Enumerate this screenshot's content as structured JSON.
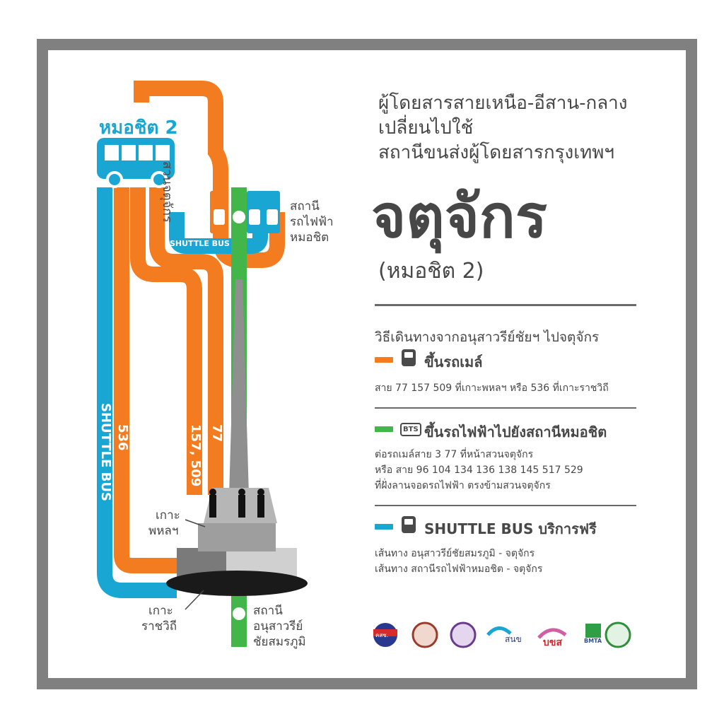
{
  "colors": {
    "orange": "#f47c20",
    "blue": "#1aa6d3",
    "green": "#43b649",
    "gray": "#808080",
    "text": "#474747"
  },
  "map": {
    "terminal_label": "หมอชิต 2",
    "road_label": "สวนจตุจักร",
    "shuttle_bus_tag": "SHUTTLE BUS",
    "station_mochit": [
      "สถานี",
      "รถไฟฟ้า",
      "หมอชิต"
    ],
    "station_victory": [
      "สถานี",
      "อนุสาวรีย์",
      "ชัยสมรภูมิ"
    ],
    "island_phahon": [
      "เกาะ",
      "พหลฯ"
    ],
    "island_ratchawithi": [
      "เกาะ",
      "ราชวิถี"
    ],
    "route_shuttle": "SHUTTLE BUS",
    "route_536": "536",
    "route_157_509": "157, 509",
    "route_77": "77",
    "bts_mark": "BTS"
  },
  "heading": {
    "line1": "ผู้โดยสารสายเหนือ-อีสาน-กลาง",
    "line2": "เปลี่ยนไปใช้",
    "line3": "สถานีขนส่งผู้โดยสารกรุงเทพฯ",
    "big_title": "จตุจักร",
    "sub_title": "(หมอชิต 2)"
  },
  "instructions": {
    "intro": "วิธีเดินทางจากอนุสาวรีย์ชัยฯ ไปจตุจักร",
    "bus": {
      "title": "ขึ้นรถเมล์",
      "detail": "สาย 77 157 509 ที่เกาะพหลฯ หรือ 536 ที่เกาะราชวิถี"
    },
    "bts": {
      "title": "ขึ้นรถไฟฟ้าไปยังสถานีหมอชิต",
      "detail1": "ต่อรถเมล์สาย 3 77 ที่หน้าสวนจตุจักร",
      "detail2": "หรือ สาย 96 104 134 136 138 145 517 529",
      "detail3": "ที่ฝั่งลานจอดรถไฟฟ้า ตรงข้ามสวนจตุจักร"
    },
    "shuttle": {
      "title": "SHUTTLE BUS บริการฟรี",
      "detail1": "เส้นทาง อนุสาวรีย์ชัยสมรภูมิ - จตุจักร",
      "detail2": "เส้นทาง สถานีรถไฟฟ้าหมอชิต - จตุจักร"
    }
  },
  "logos": {
    "label_1": "คสช.",
    "label_4": "สนข",
    "label_5": "บขส",
    "label_6": "BMTA"
  }
}
